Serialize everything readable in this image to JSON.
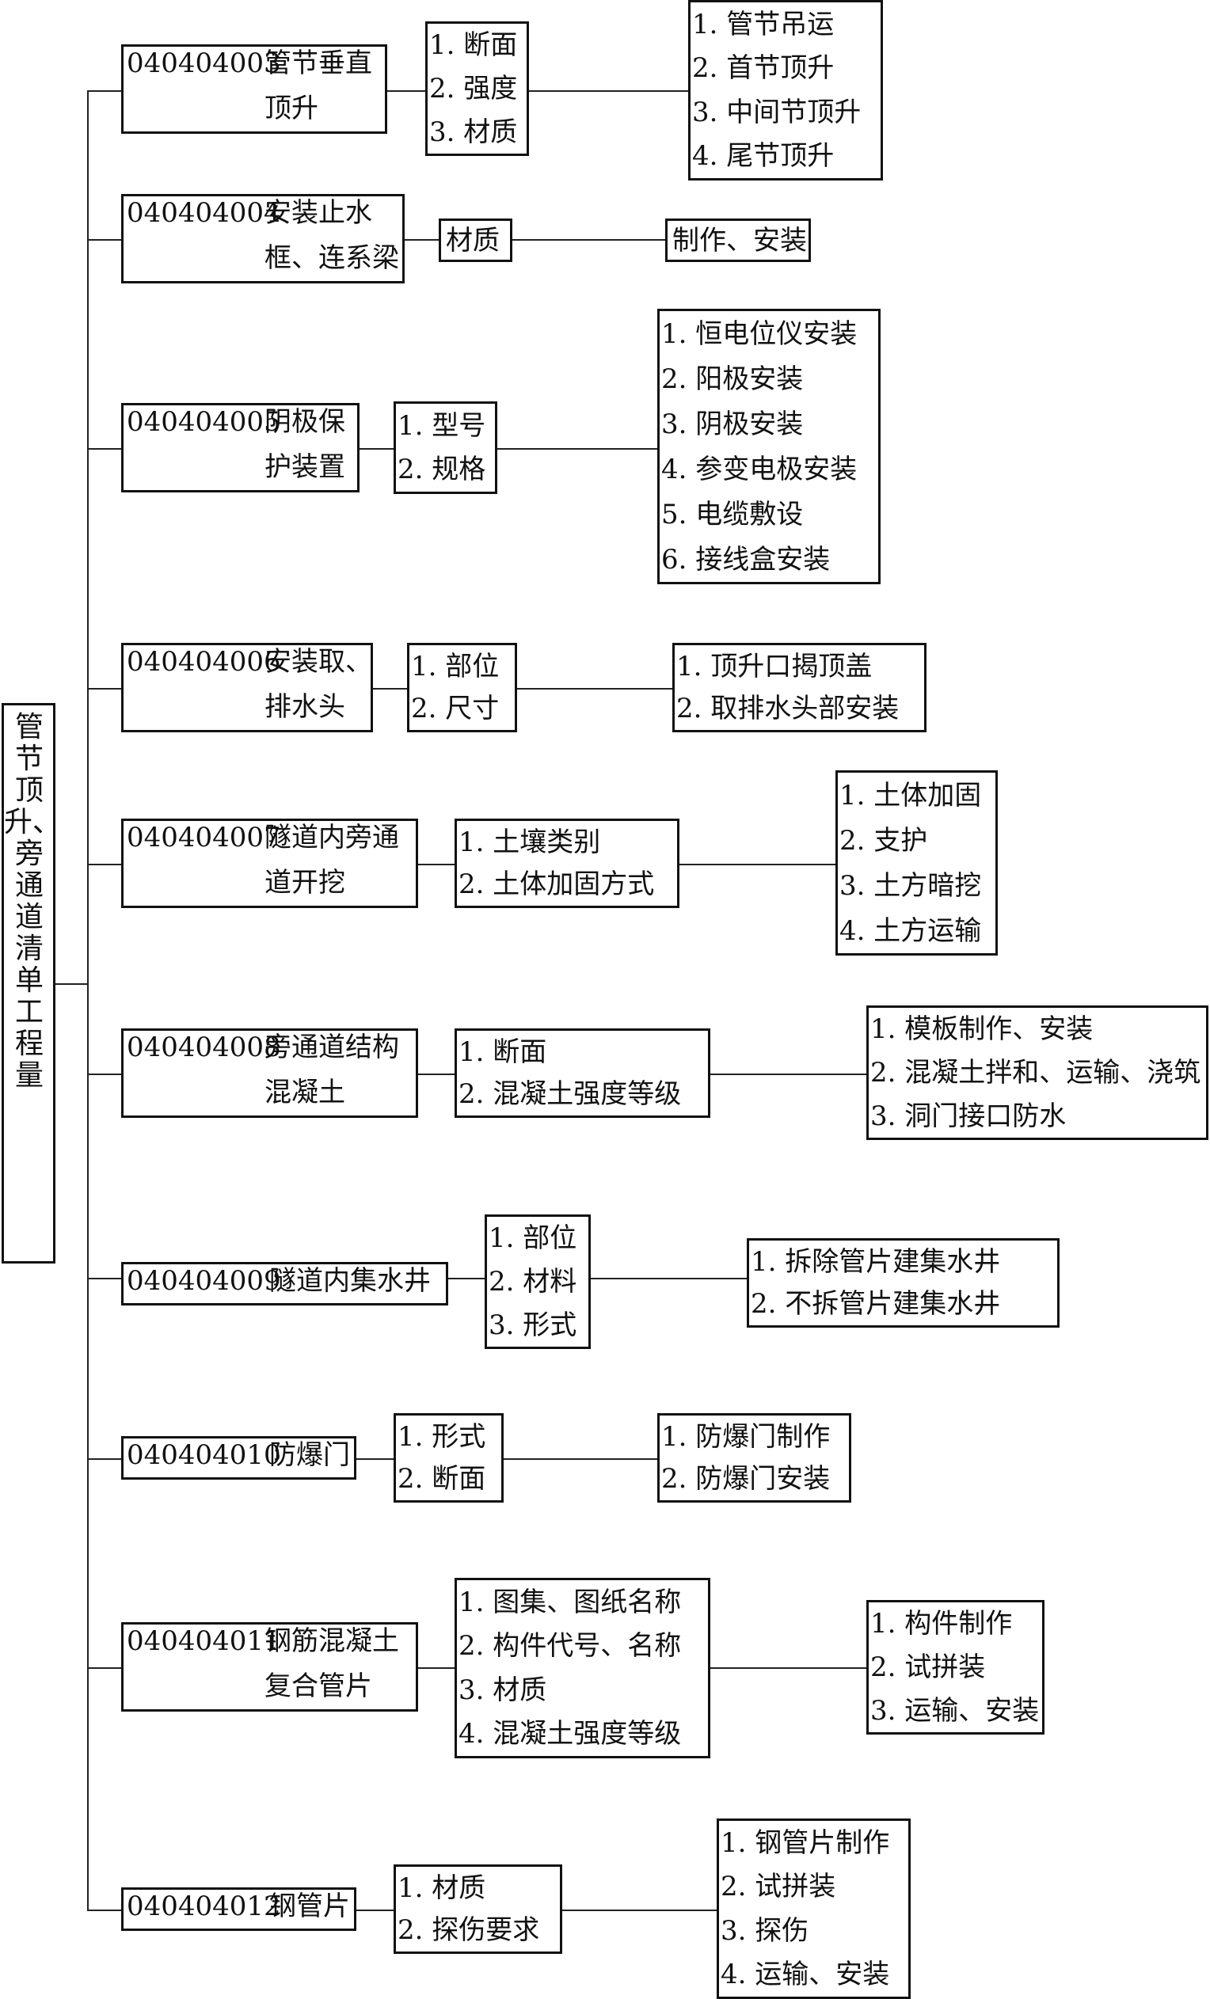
{
  "root": "管节顶升、旁通道清单工程量",
  "groups": [
    {
      "code": "040404003",
      "name": [
        "管节垂直",
        "顶升"
      ],
      "features": [
        "1. 断面",
        "2. 强度",
        "3. 材质"
      ],
      "works": [
        "1. 管节吊运",
        "2. 首节顶升",
        "3. 中间节顶升",
        "4. 尾节顶升"
      ]
    },
    {
      "code": "040404004",
      "name": [
        "安装止水",
        "框、连系梁"
      ],
      "features": [
        "材质"
      ],
      "works": [
        "制作、安装"
      ]
    },
    {
      "code": "040404005",
      "name": [
        "阴极保",
        "护装置"
      ],
      "features": [
        "1. 型号",
        "2. 规格"
      ],
      "works": [
        "1. 恒电位仪安装",
        "2. 阳极安装",
        "3. 阴极安装",
        "4. 参变电极安装",
        "5. 电缆敷设",
        "6. 接线盒安装"
      ]
    },
    {
      "code": "040404006",
      "name": [
        "安装取、",
        "排水头"
      ],
      "features": [
        "1. 部位",
        "2. 尺寸"
      ],
      "works": [
        "1. 顶升口揭顶盖",
        "2. 取排水头部安装"
      ]
    },
    {
      "code": "040404007",
      "name": [
        "隧道内旁通",
        "道开挖"
      ],
      "features": [
        "1. 土壤类别",
        "2. 土体加固方式"
      ],
      "works": [
        "1. 土体加固",
        "2. 支护",
        "3. 土方暗挖",
        "4. 土方运输"
      ]
    },
    {
      "code": "040404008",
      "name": [
        "旁通道结构",
        "混凝土"
      ],
      "features": [
        "1. 断面",
        "2. 混凝土强度等级"
      ],
      "works": [
        "1. 模板制作、安装",
        "2. 混凝土拌和、运输、浇筑",
        "3. 洞门接口防水"
      ]
    },
    {
      "code": "040404009",
      "name": [
        "隧道内集水井"
      ],
      "features": [
        "1. 部位",
        "2. 材料",
        "3. 形式"
      ],
      "works": [
        "1. 拆除管片建集水井",
        "2. 不拆管片建集水井"
      ]
    },
    {
      "code": "040404010",
      "name": [
        "防爆门"
      ],
      "features": [
        "1. 形式",
        "2. 断面"
      ],
      "works": [
        "1. 防爆门制作",
        "2. 防爆门安装"
      ]
    },
    {
      "code": "040404011",
      "name": [
        "钢筋混凝土",
        "复合管片"
      ],
      "features": [
        "1. 图集、图纸名称",
        "2. 构件代号、名称",
        "3. 材质",
        "4. 混凝土强度等级"
      ],
      "works": [
        "1. 构件制作",
        "2. 试拼装",
        "3. 运输、安装"
      ]
    },
    {
      "code": "040404012",
      "name": [
        "钢管片"
      ],
      "features": [
        "1. 材质",
        "2. 探伤要求"
      ],
      "works": [
        "1. 钢管片制作",
        "2. 试拼装",
        "3. 探伤",
        "4. 运输、安装"
      ]
    }
  ]
}
